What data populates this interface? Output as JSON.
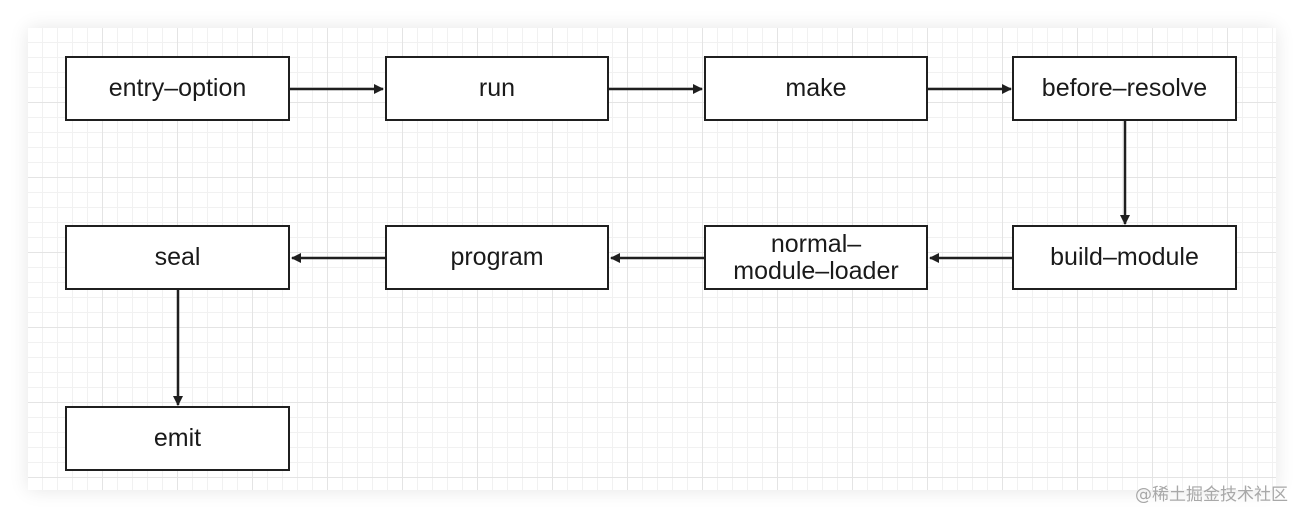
{
  "nodes": {
    "entry_option": "entry–option",
    "run": "run",
    "make": "make",
    "before_resolve": "before–resolve",
    "build_module": "build–module",
    "normal_module_loader": "normal–\nmodule–loader",
    "program": "program",
    "seal": "seal",
    "emit": "emit"
  },
  "edges": [
    {
      "from": "entry_option",
      "to": "run"
    },
    {
      "from": "run",
      "to": "make"
    },
    {
      "from": "make",
      "to": "before_resolve"
    },
    {
      "from": "before_resolve",
      "to": "build_module"
    },
    {
      "from": "build_module",
      "to": "normal_module_loader"
    },
    {
      "from": "normal_module_loader",
      "to": "program"
    },
    {
      "from": "program",
      "to": "seal"
    },
    {
      "from": "seal",
      "to": "emit"
    }
  ],
  "watermark": "@稀土掘金技术社区",
  "colors": {
    "line": "#1f1f1f",
    "box_border": "#1f1f1f",
    "grid": "#e4e4e4"
  }
}
